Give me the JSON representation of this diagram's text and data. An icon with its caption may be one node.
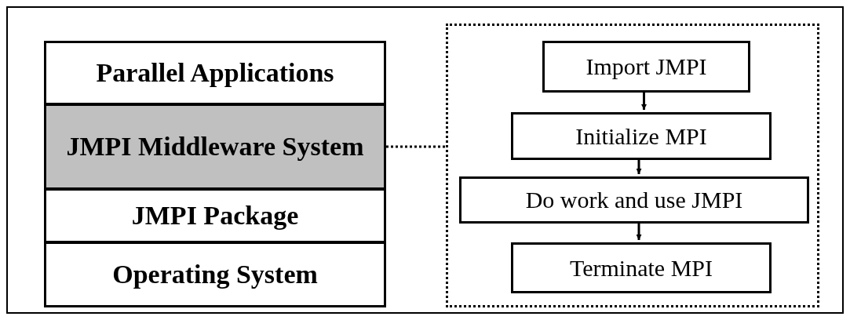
{
  "diagram": {
    "nodes": [
      {
        "text": [
          "Parallel Applications"
        ]
      },
      {
        "text": [
          "JMPI Middleware System"
        ]
      },
      {
        "text": [
          "JMPI Package"
        ]
      },
      {
        "text": [
          "Operating System"
        ]
      },
      {
        "text": [],
        "shape": "box"
      },
      {
        "text": [
          "Import JMPI"
        ],
        "in": 4
      },
      {
        "text": [
          "Initialize MPI"
        ],
        "in": 4
      },
      {
        "text": [
          "Do work and use JMPI"
        ],
        "in": 4
      },
      {
        "text": [
          "Terminate MPI"
        ],
        "in": 4
      }
    ],
    "edges": [
      {
        "from": 1,
        "to": 4,
        "arrow": "none",
        "style": "dashed"
      },
      {
        "from": 5,
        "to": 6,
        "arrow": "to"
      },
      {
        "from": 6,
        "to": 7,
        "arrow": "to"
      },
      {
        "from": 7,
        "to": 8,
        "arrow": "to"
      }
    ]
  }
}
